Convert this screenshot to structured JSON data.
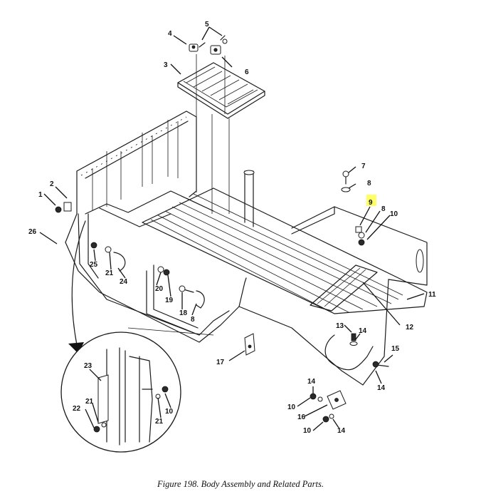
{
  "figure": {
    "caption": "Figure 198.  Body Assembly and Related Parts.",
    "highlight_color": "#ffff66",
    "highlighted_callout": "9"
  },
  "callouts": [
    {
      "id": "c1",
      "label": "1"
    },
    {
      "id": "c2",
      "label": "2"
    },
    {
      "id": "c3",
      "label": "3"
    },
    {
      "id": "c4",
      "label": "4"
    },
    {
      "id": "c5",
      "label": "5"
    },
    {
      "id": "c6",
      "label": "6"
    },
    {
      "id": "c7",
      "label": "7"
    },
    {
      "id": "c8a",
      "label": "8"
    },
    {
      "id": "c9",
      "label": "9"
    },
    {
      "id": "c8b",
      "label": "8"
    },
    {
      "id": "c10a",
      "label": "10"
    },
    {
      "id": "c11",
      "label": "11"
    },
    {
      "id": "c12",
      "label": "12"
    },
    {
      "id": "c13",
      "label": "13"
    },
    {
      "id": "c14a",
      "label": "14"
    },
    {
      "id": "c15",
      "label": "15"
    },
    {
      "id": "c14b",
      "label": "14"
    },
    {
      "id": "c14c",
      "label": "14"
    },
    {
      "id": "c10b",
      "label": "10"
    },
    {
      "id": "c16",
      "label": "16"
    },
    {
      "id": "c10c",
      "label": "10"
    },
    {
      "id": "c14d",
      "label": "14"
    },
    {
      "id": "c17",
      "label": "17"
    },
    {
      "id": "c8c",
      "label": "8"
    },
    {
      "id": "c18",
      "label": "18"
    },
    {
      "id": "c19",
      "label": "19"
    },
    {
      "id": "c20",
      "label": "20"
    },
    {
      "id": "c24",
      "label": "24"
    },
    {
      "id": "c21a",
      "label": "21"
    },
    {
      "id": "c25",
      "label": "25"
    },
    {
      "id": "c26",
      "label": "26"
    },
    {
      "id": "c23",
      "label": "23"
    },
    {
      "id": "c21b",
      "label": "21"
    },
    {
      "id": "c22",
      "label": "22"
    },
    {
      "id": "c21c",
      "label": "21"
    },
    {
      "id": "c10d",
      "label": "10"
    }
  ]
}
